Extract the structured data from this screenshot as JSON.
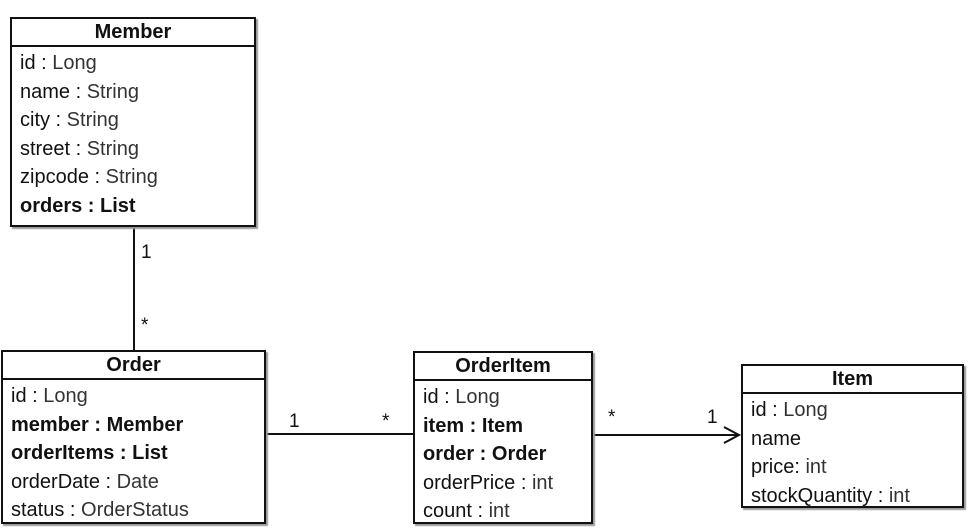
{
  "classes": {
    "member": {
      "name": "Member",
      "attributes": [
        {
          "name": "id",
          "sep": " : ",
          "type": "Long",
          "bold": false
        },
        {
          "name": "name",
          "sep": " : ",
          "type": "String",
          "bold": false
        },
        {
          "name": "city",
          "sep": " : ",
          "type": "String",
          "bold": false
        },
        {
          "name": "street",
          "sep": " : ",
          "type": "String",
          "bold": false
        },
        {
          "name": "zipcode",
          "sep": " : ",
          "type": "String",
          "bold": false
        },
        {
          "name": "orders",
          "sep": " : ",
          "type": "List",
          "bold": true
        }
      ]
    },
    "order": {
      "name": "Order",
      "attributes": [
        {
          "name": "id",
          "sep": " : ",
          "type": "Long",
          "bold": false
        },
        {
          "name": "member",
          "sep": " : ",
          "type": "Member",
          "bold": true
        },
        {
          "name": "orderItems",
          "sep": " : ",
          "type": "List",
          "bold": true
        },
        {
          "name": "orderDate",
          "sep": " : ",
          "type": "Date",
          "bold": false
        },
        {
          "name": "status",
          "sep": " : ",
          "type": "OrderStatus",
          "bold": false
        }
      ]
    },
    "orderitem": {
      "name": "OrderItem",
      "attributes": [
        {
          "name": "id",
          "sep": " : ",
          "type": "Long",
          "bold": false
        },
        {
          "name": "item",
          "sep": " : ",
          "type": "Item",
          "bold": true
        },
        {
          "name": "order",
          "sep": " : ",
          "type": "Order",
          "bold": true
        },
        {
          "name": "orderPrice",
          "sep": " : ",
          "type": "int",
          "bold": false
        },
        {
          "name": "count",
          "sep": " : ",
          "type": "int",
          "bold": false
        }
      ]
    },
    "item": {
      "name": "Item",
      "attributes": [
        {
          "name": "id",
          "sep": " : ",
          "type": "Long",
          "bold": false
        },
        {
          "name": "name",
          "sep": "",
          "type": "",
          "bold": false
        },
        {
          "name": "price",
          "sep": ": ",
          "type": "int",
          "bold": false
        },
        {
          "name": "stockQuantity",
          "sep": " : ",
          "type": "int",
          "bold": false
        }
      ]
    }
  },
  "associations": {
    "member_order": {
      "source_mult": "1",
      "target_mult": "*"
    },
    "order_orderitem": {
      "source_mult": "1",
      "target_mult": "*"
    },
    "orderitem_item": {
      "source_mult": "*",
      "target_mult": "1"
    }
  }
}
